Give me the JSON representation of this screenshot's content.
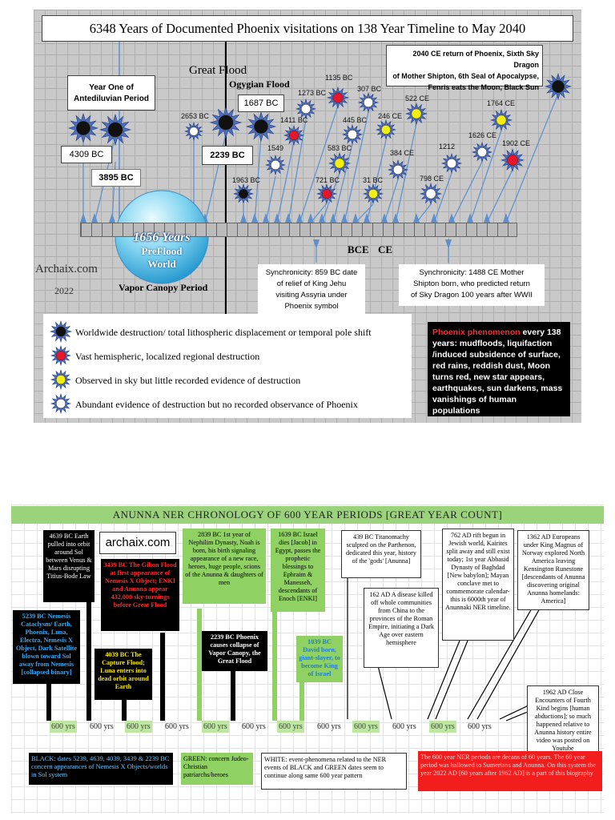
{
  "top": {
    "title": "6348 Years of Documented Phoenix visitations on 138 Year Timeline to May 2040",
    "label_year_one_l1": "Year One of",
    "label_year_one_l2": "Antediluvian Period",
    "label_4309": "4309 BC",
    "label_3895": "3895 BC",
    "label_great_flood": "Great Flood",
    "label_ogygian": "Ogygian Flood",
    "label_1687": "1687 BC",
    "label_2239": "2239 BC",
    "label_2040_l1": "2040 CE return of Phoenix, Sixth Sky Dragon",
    "label_2040_l2": "of Mother Shipton, 6th Seal of Apocalypse,",
    "label_2040_l3": "Fenris eats the Moon, Black Sun",
    "dates": {
      "d2653": "2653 BC",
      "d1963": "1963 BC",
      "d1549": "1549",
      "d1411": "1411 BC",
      "d1273": "1273 BC",
      "d1135": "1135 BC",
      "d583": "583 BC",
      "d721": "721 BC",
      "d445": "445 BC",
      "d307": "307 BC",
      "d31": "31 BC",
      "d246": "246 CE",
      "d384": "384 CE",
      "d522": "522 CE",
      "d798": "798 CE",
      "d1212": "1212",
      "d1626": "1626 CE",
      "d1764": "1764 CE",
      "d1902": "1902 CE"
    },
    "bubble_l1": "1656 Years",
    "bubble_l2": "PreFlood",
    "bubble_l3": "World",
    "vapor": "Vapor Canopy Period",
    "archaix": "Archaix.com",
    "year": "2022",
    "bce": "BCE",
    "ce": "CE",
    "sync1_l1": "Synchronicity: 859 BC date",
    "sync1_l2": "of relief of King Jehu",
    "sync1_l3": "visiting Assyria under",
    "sync1_l4": "Phoenix symbol",
    "sync2_l1": "Synchronicity: 1488 CE Mother",
    "sync2_l2": "Shipton born, who predicted return",
    "sync2_l3": "of Sky Dragon 100 years after WWII",
    "legend": [
      "Worldwide destruction/ total lithospheric displacement or temporal pole shift",
      "Vast hemispheric, localized regional destruction",
      "Observed in sky but little recorded evidence of destruction",
      "Abundant evidence of destruction but no recorded observance of Phoenix"
    ],
    "phen_red": "Phoenix phenomenon",
    "phen_rest": " every 138 years: mudfloods, liquifaction /induced subsidence of surface, red rains, reddish dust, Moon turns red, new star appears, earthquakes, sun darkens, mass vanishings of human populations",
    "colors": {
      "black": "#111111",
      "red": "#e8162a",
      "yellow": "#f2ee14",
      "white": "#ffffff",
      "star_outline": "#1c3b8c",
      "ray": "#5a8fd0"
    }
  },
  "bottom": {
    "title": "ANUNNA NER CHRONOLOGY OF 600 YEAR PERIODS [GREAT YEAR COUNT]",
    "archaix": "archaix.com",
    "n4639": "4639 BC Earth pulled into orbit around Sol between Venus & Mars disrupting Titius-Bode Law",
    "n5239": "5239 BC Nemesis Cataclysm/ Earth, Phoenix, Luna, Electra, Nemesis X Object, Dark Satellite blown toward Sol away from Nemesis [collapsed binary]",
    "n3439": "3439 BC The Gihon Flood at first appearance of Nemesis X Object; ENKI and Anunna appear 432,000 sky-turnings before Great Flood",
    "n4039": "4039 BC The Capture Flood; Luna enters into dead orbit around Earth",
    "n2839": "2839 BC 1st year of Nephilim Dynasty, Noah is born, his birth signaling appearance of a new race, heroes, huge people, scions of the Anunna & daughters of men",
    "n2239": "2239 BC Phoenix causes collapse of Vapor Canopy, the Great Flood",
    "n1639": "1639 BC Israel dies [Jacob] in Egypt, passes the prophetic blessings to Ephraim & Manesseh, descendants of Enoch [ENKI]",
    "n1039": "1039 BC David born, giant-slayer, to become King of Israel",
    "n439": "439 BC Titanomachy sculpted on the Parthenon, dedicated this year, history of the 'gods' [Anunna]",
    "n162": "162 AD A disease killed off whole communities from China to the provinces of the Roman Empire, initiating a Dark Age over eastern hemisphere",
    "n762": "762 AD rift begun in Jewish world, Kairites split away and still exist today; 1st year Abbasid Dynasty of Baghdad [New babylon]; Mayan conclave met to commemorate calendar- this is 6000th year of Anunnaki NER timeline.",
    "n1362": "1362 AD Europeans under King Magnus of Norway explored North America leaving Kensington Runestone [descendants of Anunna discovering original Anunna homelands: America]",
    "n1962": "1962 AD Close Encounters of Fourth Kind begins [human abductions]; so much happened relative to Anunna history entire video was posted on Youtube",
    "yrs": [
      "600 yrs",
      "600 yrs",
      "600 yrs",
      "600 yrs",
      "600 yrs",
      "600 yrs",
      "600 yrs",
      "600 yrs",
      "600 yrs",
      "600 yrs",
      "600 yrs",
      "600 yrs"
    ],
    "key_black": "BLACK: dates 5239, 4639, 4039, 3439 & 2239 BC concern appearances of Nemesis X Objects/worlds in Sol system",
    "key_green": "GREEN: concern Judeo-Christian patriarchs/heroes",
    "key_white": "WHITE: event-phenomena related to the NER events of BLACK and GREEN dates seem to continue along same 600 year pattern",
    "key_red": "The 600 year NER periods are decans of 60 years. The 60 year period was hallowed to Sumerians and Anunna. On this system the year 2022 AD [60 years after 1962 AD] is a part of this biography"
  }
}
